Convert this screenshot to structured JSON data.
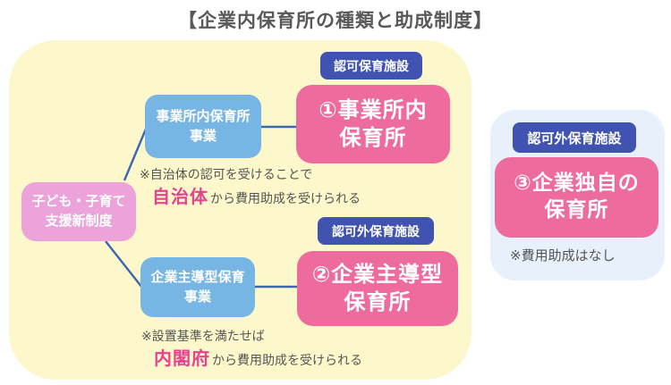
{
  "title": "【企業内保育所の種類と助成制度】",
  "diagram": {
    "root": {
      "line1": "子ども・子育て",
      "line2": "支援新制度"
    },
    "branches": [
      {
        "program_line1": "事業所内保育所",
        "program_line2": "事業",
        "badge": "認可保育施設",
        "facility_line1": "①事業所内",
        "facility_line2": "保育所",
        "note_line1": "※自治体の認可を受けることで",
        "note_highlight": "自治体",
        "note_rest": "から費用助成を受けられる"
      },
      {
        "program_line1": "企業主導型保育",
        "program_line2": "事業",
        "badge": "認可外保育施設",
        "facility_line1": "②企業主導型",
        "facility_line2": "保育所",
        "note_line1": "※設置基準を満たせば",
        "note_highlight": "内閣府",
        "note_rest": "から費用助成を受けられる"
      }
    ],
    "side": {
      "badge": "認可外保育施設",
      "facility_line1": "③企業独自の",
      "facility_line2": "保育所",
      "note": "※費用助成はなし"
    }
  },
  "colors": {
    "panel_yellow": "#fcf8cb",
    "panel_blue": "#e8f1fb",
    "program_blue": "#77b5e5",
    "badge_indigo": "#4153b0",
    "facility_pink": "#ee6b9e",
    "root_pink": "#eba3da",
    "connector_blue": "#3a67ae",
    "note_gray": "#555555",
    "highlight_pink": "#e8418f",
    "title_gray": "#595959"
  }
}
